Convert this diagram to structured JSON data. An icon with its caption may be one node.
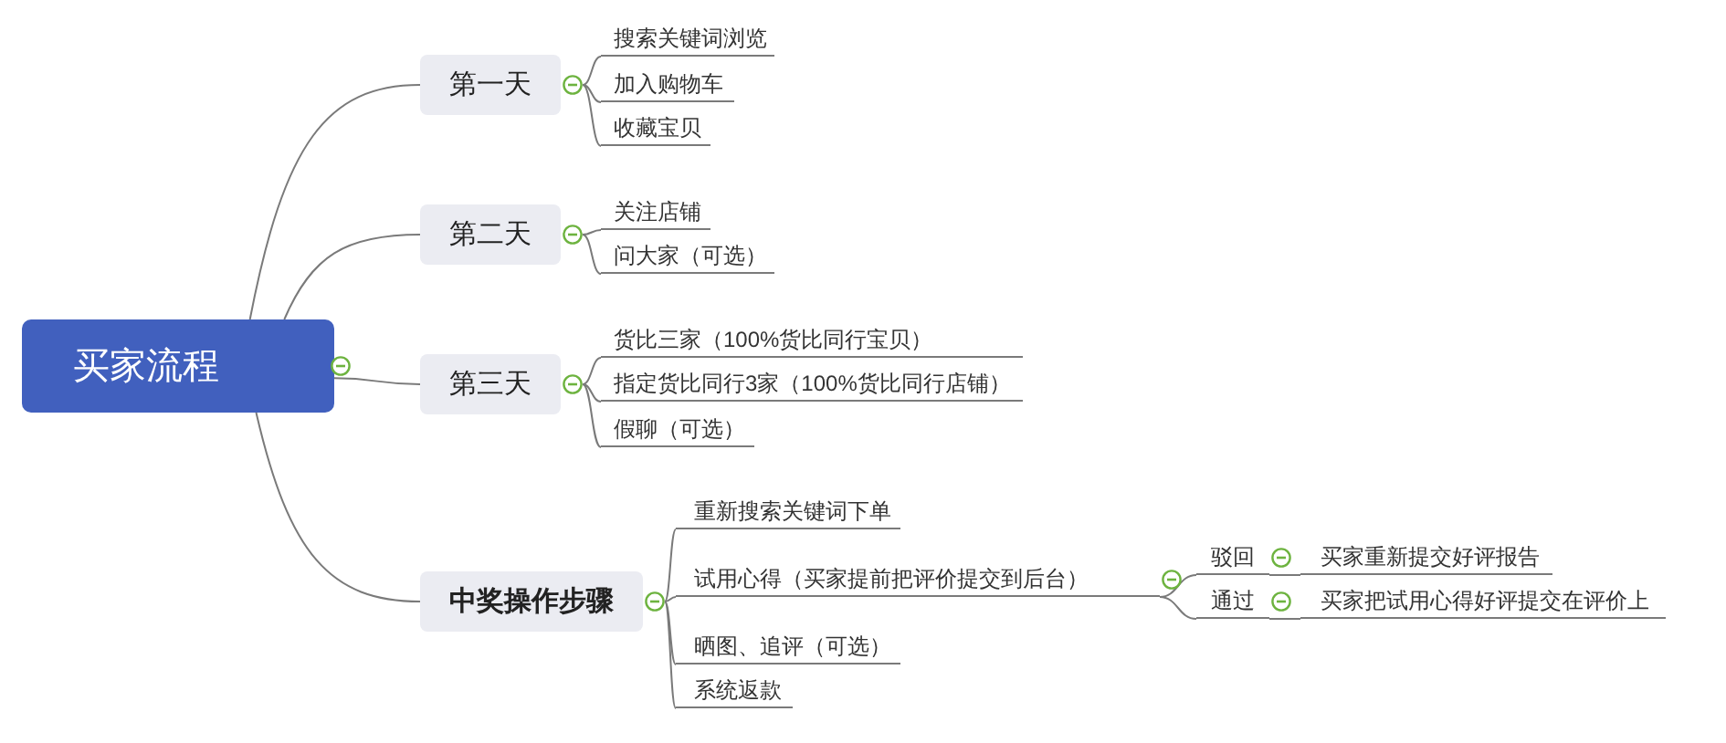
{
  "diagram": {
    "nodes": [
      {
        "text": [
          "买家流程"
        ]
      },
      {
        "text": [
          "第一天"
        ]
      },
      {
        "text": [
          "搜索关键词浏览"
        ]
      },
      {
        "text": [
          "加入购物车"
        ]
      },
      {
        "text": [
          "收藏宝贝"
        ]
      },
      {
        "text": [
          "第二天"
        ]
      },
      {
        "text": [
          "关注店铺"
        ]
      },
      {
        "text": [
          "问大家（可选）"
        ]
      },
      {
        "text": [
          "第三天"
        ]
      },
      {
        "text": [
          "货比三家（100%货比同行宝贝）"
        ]
      },
      {
        "text": [
          "指定货比同行3家（100%货比同行店铺）"
        ]
      },
      {
        "text": [
          "假聊（可选）"
        ]
      },
      {
        "text": [
          "中奖操作步骤"
        ]
      },
      {
        "text": [
          "重新搜索关键词下单"
        ]
      },
      {
        "text": [
          "试用心得（买家提前把评价提交到后台）"
        ]
      },
      {
        "text": [
          "驳回"
        ]
      },
      {
        "text": [
          "买家重新提交好评报告"
        ]
      },
      {
        "text": [
          "通过"
        ]
      },
      {
        "text": [
          "买家把试用心得好评提交在评价上"
        ]
      },
      {
        "text": [
          "晒图、追评（可选）"
        ]
      },
      {
        "text": [
          "系统返款"
        ]
      }
    ],
    "edges": [
      {
        "from": 0,
        "to": 1,
        "arrow": "none"
      },
      {
        "from": 0,
        "to": 5,
        "arrow": "none"
      },
      {
        "from": 0,
        "to": 8,
        "arrow": "none"
      },
      {
        "from": 0,
        "to": 12,
        "arrow": "none"
      },
      {
        "from": 1,
        "to": 2,
        "arrow": "none"
      },
      {
        "from": 1,
        "to": 3,
        "arrow": "none"
      },
      {
        "from": 1,
        "to": 4,
        "arrow": "none"
      },
      {
        "from": 5,
        "to": 6,
        "arrow": "none"
      },
      {
        "from": 5,
        "to": 7,
        "arrow": "none"
      },
      {
        "from": 8,
        "to": 9,
        "arrow": "none"
      },
      {
        "from": 8,
        "to": 10,
        "arrow": "none"
      },
      {
        "from": 8,
        "to": 11,
        "arrow": "none"
      },
      {
        "from": 12,
        "to": 13,
        "arrow": "none"
      },
      {
        "from": 12,
        "to": 14,
        "arrow": "none"
      },
      {
        "from": 12,
        "to": 19,
        "arrow": "none"
      },
      {
        "from": 12,
        "to": 20,
        "arrow": "none"
      },
      {
        "from": 14,
        "to": 15,
        "arrow": "none"
      },
      {
        "from": 14,
        "to": 17,
        "arrow": "none"
      },
      {
        "from": 15,
        "to": 16,
        "arrow": "none"
      },
      {
        "from": 17,
        "to": 18,
        "arrow": "none"
      }
    ]
  }
}
